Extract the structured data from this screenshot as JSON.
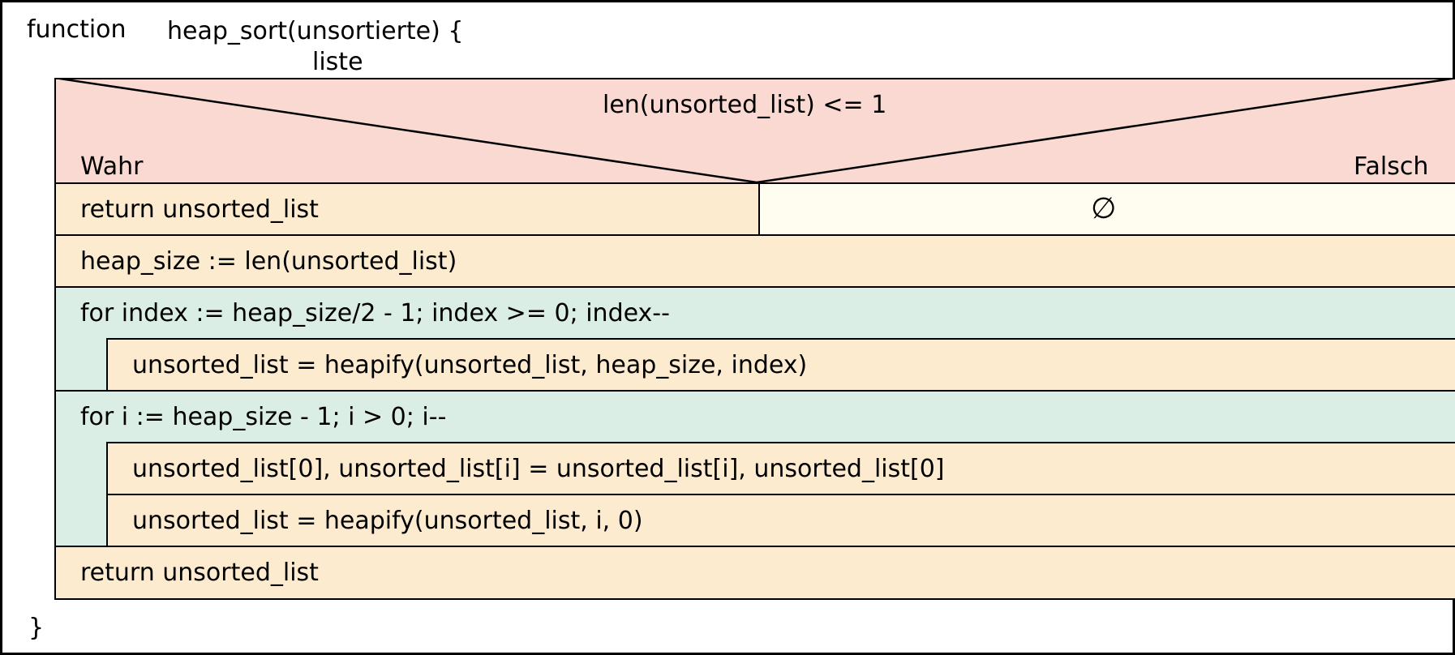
{
  "function": {
    "keyword": "function",
    "name": "heap_sort(unsortierte) {",
    "param_continuation": "liste",
    "closing": "}"
  },
  "colors": {
    "decision": "#f9d9d1",
    "statement": "#fdebd0",
    "loop": "#dbeee6",
    "empty_branch": "#fffdf0"
  },
  "decision": {
    "condition": "len(unsorted_list) <= 1",
    "true_label": "Wahr",
    "false_label": "Falsch",
    "true_branch": "return unsorted_list",
    "false_branch": "∅"
  },
  "statements": {
    "heap_size": "heap_size := len(unsorted_list)",
    "return_final": "return unsorted_list"
  },
  "loop1": {
    "header": "for index := heap_size/2 - 1; index >= 0; index--",
    "body": [
      "unsorted_list = heapify(unsorted_list, heap_size, index)"
    ]
  },
  "loop2": {
    "header": "for i := heap_size - 1; i > 0; i--",
    "body": [
      "unsorted_list[0], unsorted_list[i] = unsorted_list[i], unsorted_list[0]",
      "unsorted_list = heapify(unsorted_list, i, 0)"
    ]
  }
}
